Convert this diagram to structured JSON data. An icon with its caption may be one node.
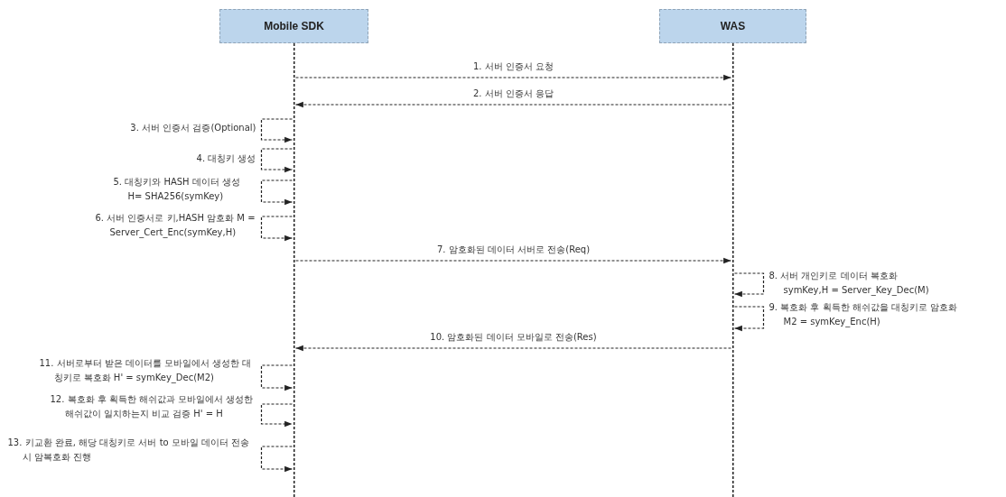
{
  "diagram": {
    "nodes": [
      {
        "text": [
          "Mobile SDK"
        ]
      },
      {
        "text": [
          "WAS"
        ]
      }
    ],
    "edges": [
      {
        "from": 0,
        "to": 1,
        "arrow": "to",
        "label": "1. 서버 인증서 요청"
      },
      {
        "from": 1,
        "to": 0,
        "arrow": "to",
        "label": "2. 서버 인증서 응답"
      },
      {
        "from": 0,
        "to": 0,
        "arrow": "to",
        "label": "3. 서버 인증서 검증(Optional)"
      },
      {
        "from": 0,
        "to": 0,
        "arrow": "to",
        "label": "4. 대칭키 생성"
      },
      {
        "from": 0,
        "to": 0,
        "arrow": "to",
        "label": "5. 대칭키와 HASH 데이터 생성 H= SHA256(symKey)"
      },
      {
        "from": 0,
        "to": 0,
        "arrow": "to",
        "label": "6. 서버 인증서로 키,HASH 암호화 M = Server_Cert_Enc(symKey,H)"
      },
      {
        "from": 0,
        "to": 1,
        "arrow": "to",
        "label": "7. 암호화된 데이터 서버로 전송(Req)"
      },
      {
        "from": 1,
        "to": 1,
        "arrow": "to",
        "label": "8. 서버 개인키로 데이터 복호화 symKey,H = Server_Key_Dec(M)"
      },
      {
        "from": 1,
        "to": 1,
        "arrow": "to",
        "label": "9. 복호화 후 획득한 해쉬값을 대칭키로 암호화 M2 = symKey_Enc(H)"
      },
      {
        "from": 1,
        "to": 0,
        "arrow": "to",
        "label": "10. 암호화된 데이터 모바일로 전송(Res)"
      },
      {
        "from": 0,
        "to": 0,
        "arrow": "to",
        "label": "11. 서버로부터 받은 데이터를 모바일에서 생성한 대칭키로 복호화 H' = symKey_Dec(M2)"
      },
      {
        "from": 0,
        "to": 0,
        "arrow": "to",
        "label": "12. 복호화 후 획득한 해쉬값과 모바일에서 생성한 해쉬값이 일치하는지 비교 검증 H' = H"
      },
      {
        "from": 0,
        "to": 0,
        "arrow": "to",
        "label": "13. 키교환 완료, 해당 대칭키로 서버 to 모바일 데이터 전송 시 암복호화 진행"
      }
    ]
  }
}
